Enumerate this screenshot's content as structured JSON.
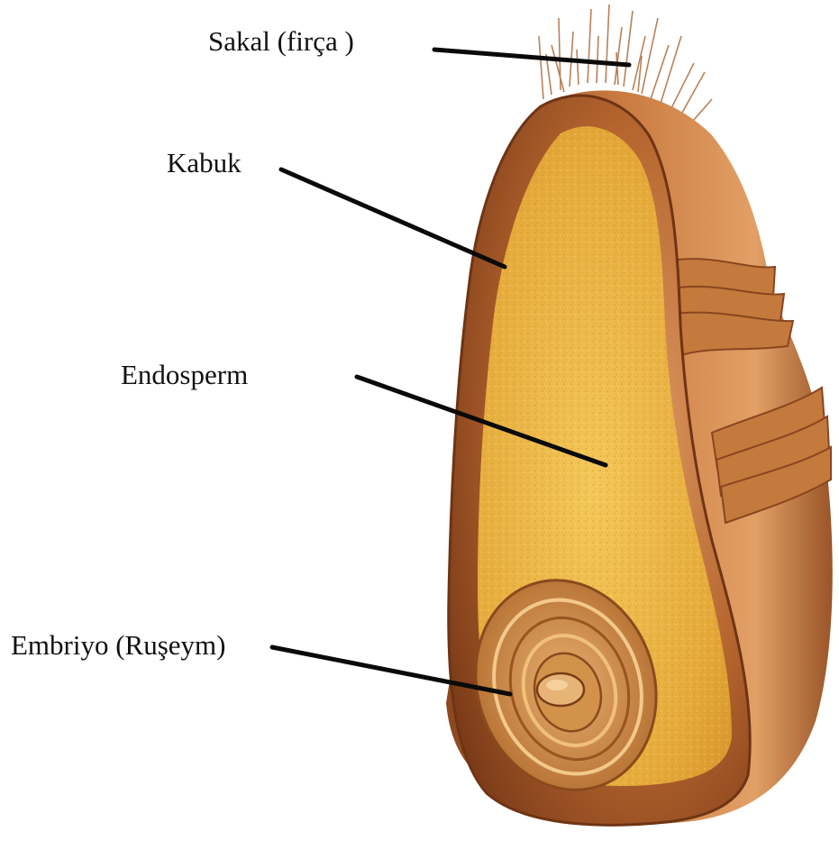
{
  "labels": {
    "sakal": "Sakal (firça )",
    "kabuk": "Kabuk",
    "endosperm": "Endosperm",
    "embriyo": "Embriyo (Ruşeym)"
  },
  "colors": {
    "husk": "#b5652e",
    "husk_dark": "#7a3a18",
    "endosperm": "#e9b23f",
    "embryo": "#c98a3a",
    "leader_line": "#0a0a0a",
    "bristle": "#b07448"
  }
}
